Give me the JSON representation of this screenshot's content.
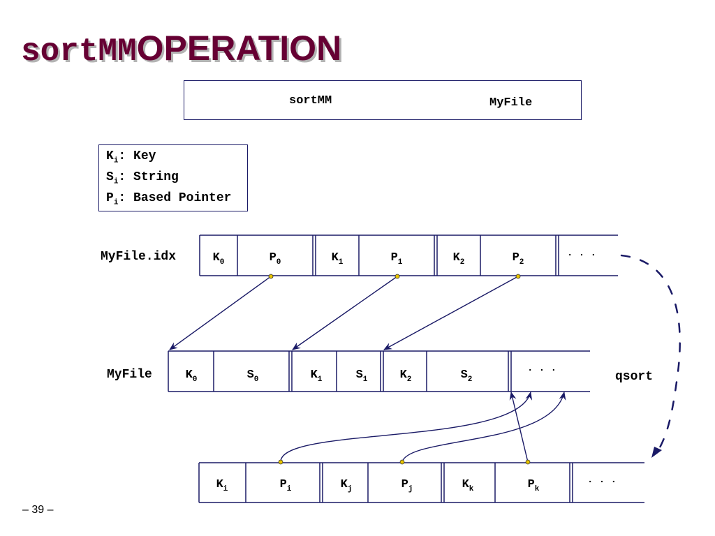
{
  "slide": {
    "title_code": "sortMM",
    "title_rest": "OPERATION",
    "page_number": "– 39 –"
  },
  "command": {
    "program": "sortMM",
    "file": "MyFile"
  },
  "legend": [
    {
      "sym": "K",
      "sub": "i",
      "desc": ": Key"
    },
    {
      "sym": "S",
      "sub": "i",
      "desc": ": String"
    },
    {
      "sym": "P",
      "sub": "i",
      "desc": ": Based Pointer"
    }
  ],
  "index_row": {
    "label": "MyFile.idx",
    "cells": [
      {
        "sym": "K",
        "sub": "0"
      },
      {
        "sym": "P",
        "sub": "0"
      },
      {
        "sym": "K",
        "sub": "1"
      },
      {
        "sym": "P",
        "sub": "1"
      },
      {
        "sym": "K",
        "sub": "2"
      },
      {
        "sym": "P",
        "sub": "2"
      }
    ],
    "ellipsis": "· · ·"
  },
  "file_row": {
    "label": "MyFile",
    "cells": [
      {
        "sym": "K",
        "sub": "0"
      },
      {
        "sym": "S",
        "sub": "0"
      },
      {
        "sym": "K",
        "sub": "1"
      },
      {
        "sym": "S",
        "sub": "1"
      },
      {
        "sym": "K",
        "sub": "2"
      },
      {
        "sym": "S",
        "sub": "2"
      }
    ],
    "ellipsis": "· · ·"
  },
  "sorted_row": {
    "cells": [
      {
        "sym": "K",
        "sub": "i"
      },
      {
        "sym": "P",
        "sub": "i"
      },
      {
        "sym": "K",
        "sub": "j"
      },
      {
        "sym": "P",
        "sub": "j"
      },
      {
        "sym": "K",
        "sub": "k"
      },
      {
        "sym": "P",
        "sub": "k"
      }
    ],
    "ellipsis": "· · ·"
  },
  "sort_label": "qsort",
  "colors": {
    "title": "#660033",
    "title_shadow": "#b3b3b3",
    "lines": "#1a1a66",
    "dot": "#e6c200"
  }
}
